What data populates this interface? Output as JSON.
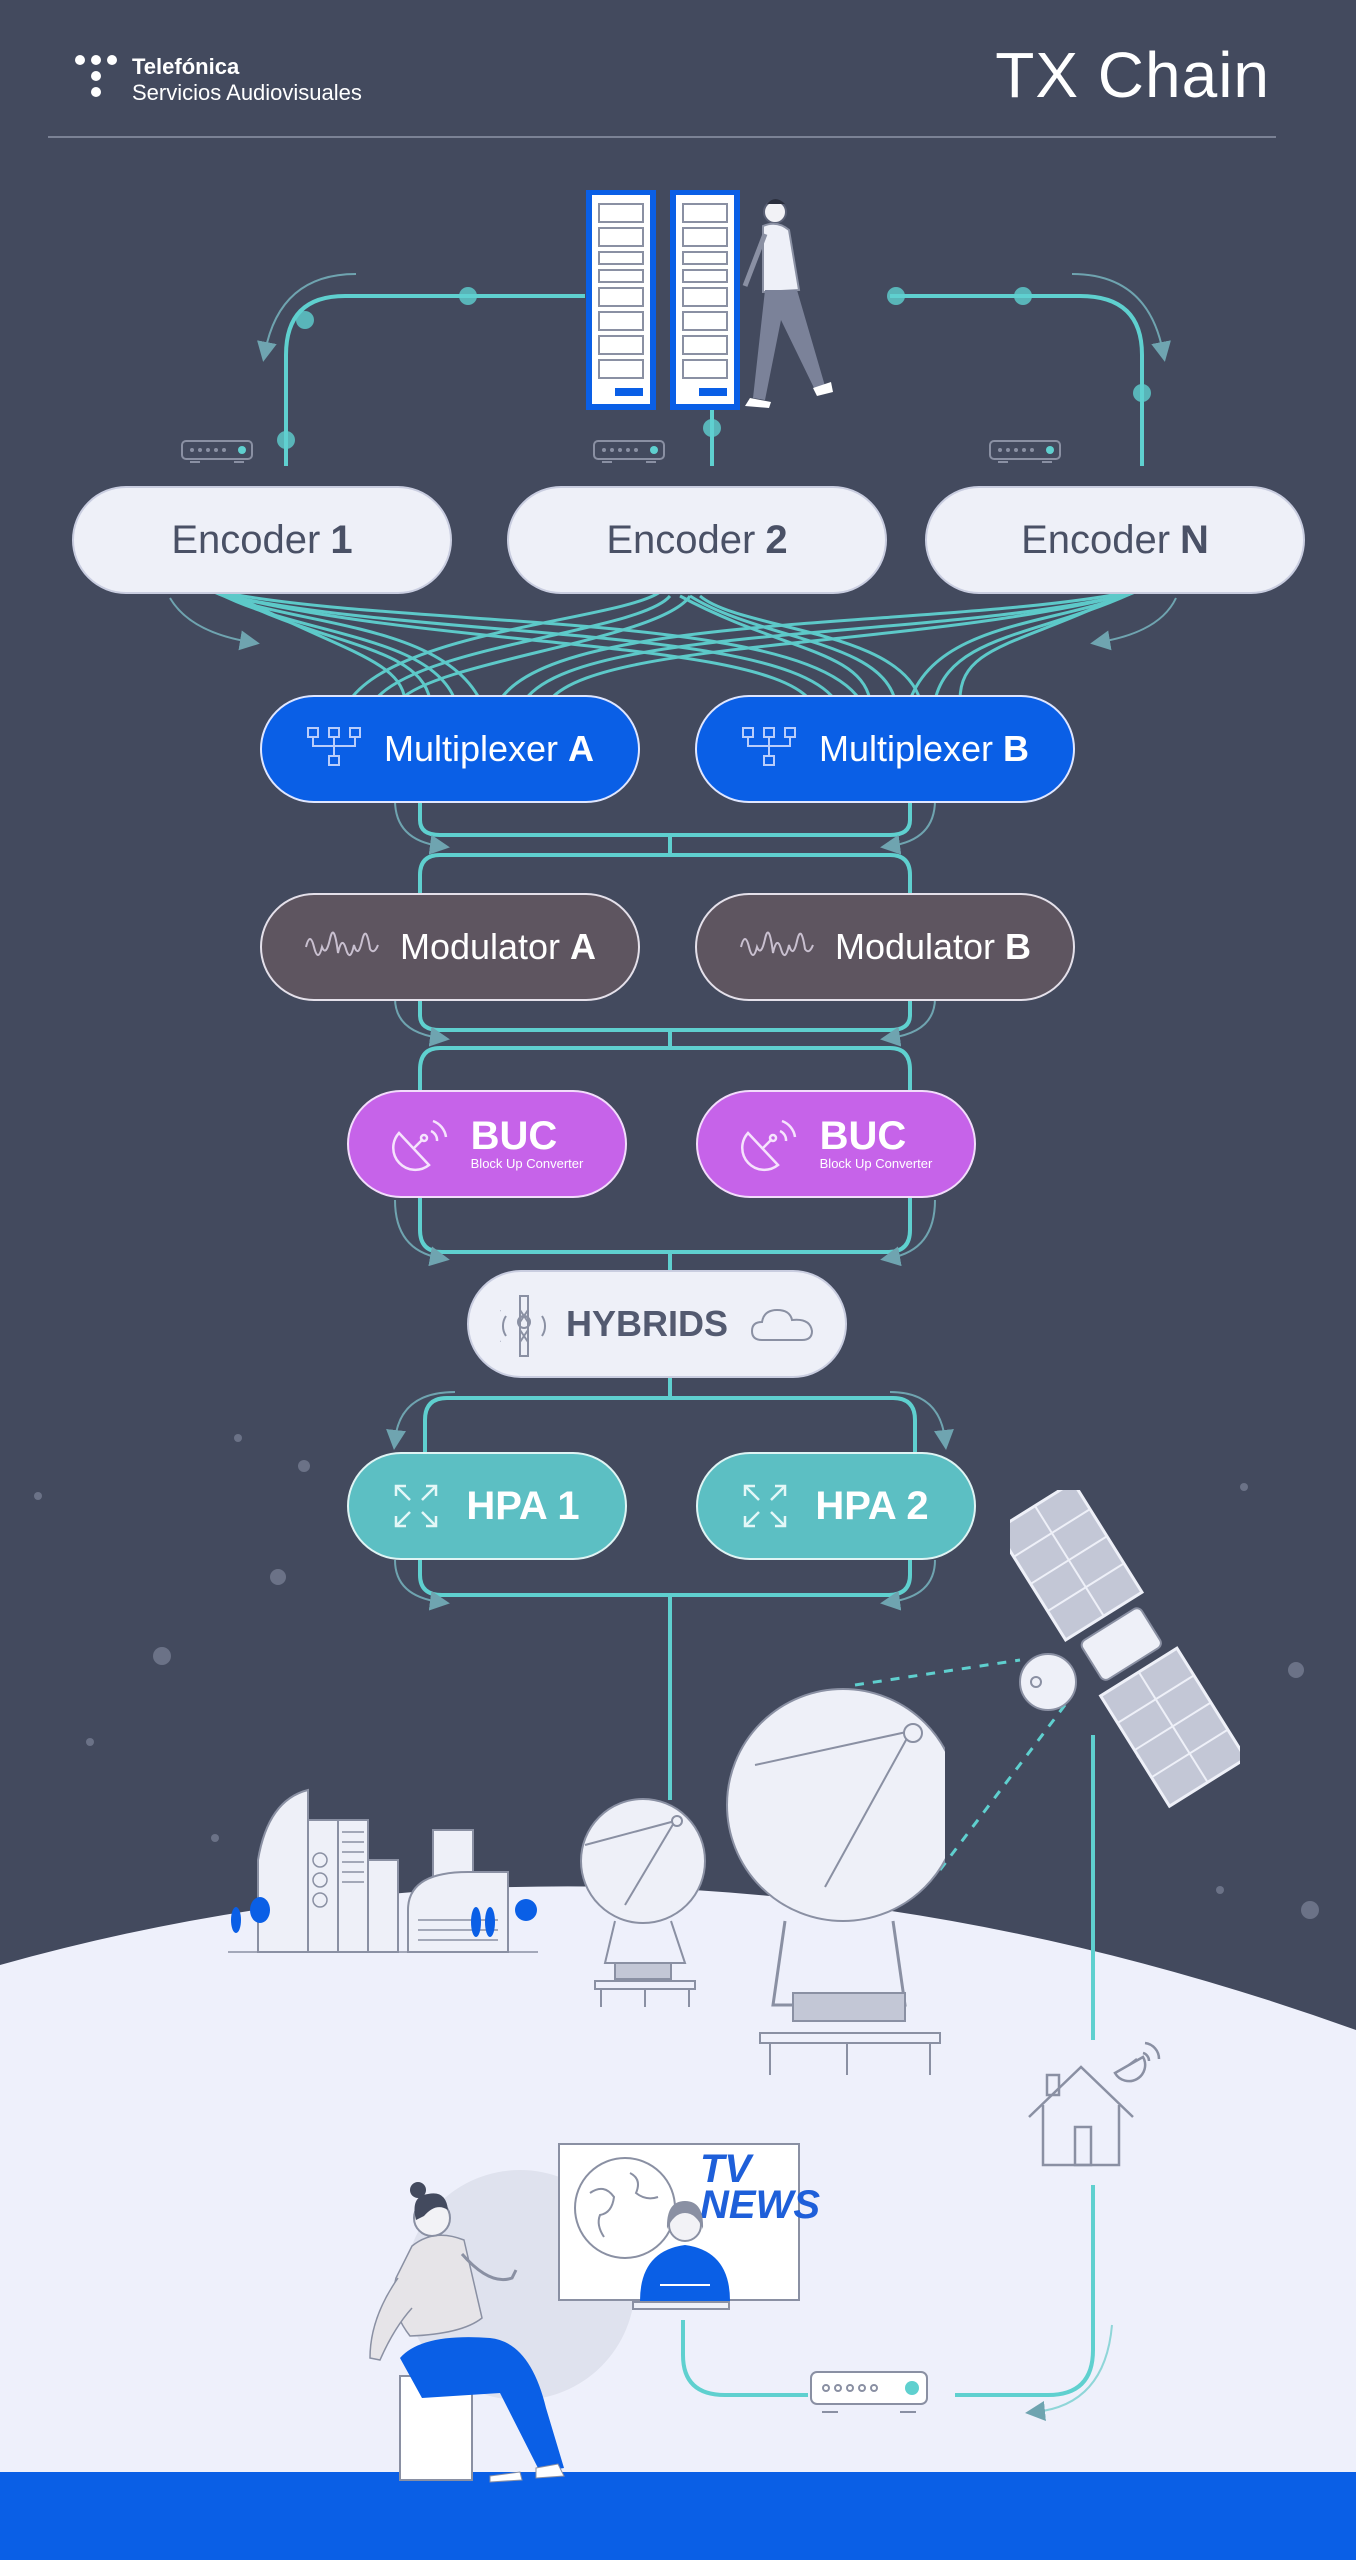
{
  "brand": {
    "name_line1": "Telefónica",
    "name_line2": "Servicios Audiovisuales"
  },
  "title": "TX Chain",
  "encoders": [
    {
      "label": "Encoder",
      "id": "1"
    },
    {
      "label": "Encoder",
      "id": "2"
    },
    {
      "label": "Encoder",
      "id": "N"
    }
  ],
  "multiplexers": [
    {
      "label": "Multiplexer",
      "id": "A"
    },
    {
      "label": "Multiplexer",
      "id": "B"
    }
  ],
  "modulators": [
    {
      "label": "Modulator",
      "id": "A"
    },
    {
      "label": "Modulator",
      "id": "B"
    }
  ],
  "bucs": [
    {
      "label": "BUC",
      "sublabel": "Block Up Converter"
    },
    {
      "label": "BUC",
      "sublabel": "Block Up Converter"
    }
  ],
  "hybrids": {
    "label": "HYBRIDS"
  },
  "hpas": [
    {
      "label": "HPA 1"
    },
    {
      "label": "HPA 2"
    }
  ],
  "tv_news": {
    "line1": "TV",
    "line2": "NEWS"
  },
  "icons": [
    "telefonica-logo-icon",
    "server-rack-icon",
    "router-icon",
    "network-icon",
    "waveform-icon",
    "satellite-dish-icon",
    "cloud-icon",
    "expand-arrows-icon",
    "satellite-icon",
    "house-icon",
    "set-top-box-icon",
    "globe-icon"
  ],
  "colors": {
    "background": "#434a5e",
    "connector": "#5fd0cf",
    "multiplexer": "#0a5fe6",
    "modulator": "#5e5560",
    "buc": "#c663e9",
    "hpa": "#5cbfc3",
    "ground": "#eef0fb",
    "footer": "#0a5fe6"
  }
}
